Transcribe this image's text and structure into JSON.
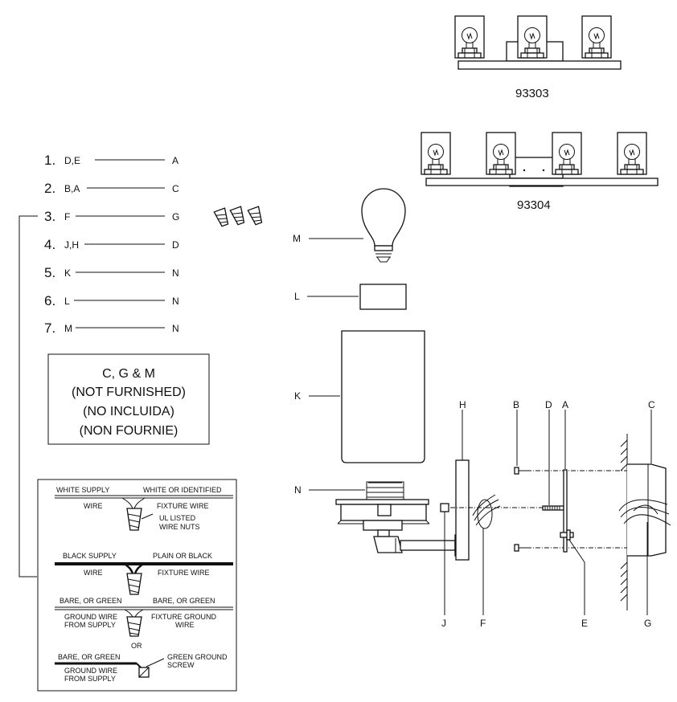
{
  "models": [
    {
      "id": "93303"
    },
    {
      "id": "93304"
    }
  ],
  "steps": [
    {
      "num": "1.",
      "left": "D,E",
      "right": "A"
    },
    {
      "num": "2.",
      "left": "B,A",
      "right": "C"
    },
    {
      "num": "3.",
      "left": "F",
      "right": "G"
    },
    {
      "num": "4.",
      "left": "J,H",
      "right": "D"
    },
    {
      "num": "5.",
      "left": "K",
      "right": "N"
    },
    {
      "num": "6.",
      "left": "L",
      "right": "N"
    },
    {
      "num": "7.",
      "left": "M",
      "right": "N"
    }
  ],
  "note": {
    "lines": [
      "C, G & M",
      "(NOT FURNISHED)",
      "(NO INCLUIDA)",
      "(NON FOURNIE)"
    ]
  },
  "wiring": {
    "white_supply_1": "WHITE SUPPLY",
    "white_supply_2": "WIRE",
    "white_fixture_1": "WHITE OR IDENTIFIED",
    "white_fixture_2": "FIXTURE WIRE",
    "wirenuts_1": "UL LISTED",
    "wirenuts_2": "WIRE NUTS",
    "black_supply_1": "BLACK SUPPLY",
    "black_supply_2": "WIRE",
    "black_fixture_1": "PLAIN OR BLACK",
    "black_fixture_2": "FIXTURE WIRE",
    "ground_supply_1": "BARE, OR GREEN",
    "ground_supply_2": "GROUND WIRE",
    "ground_supply_3": "FROM SUPPLY",
    "ground_fixture_1": "BARE, OR GREEN",
    "ground_fixture_2": "FIXTURE GROUND",
    "ground_fixture_3": "WIRE",
    "or": "OR",
    "ground2_supply_1": "BARE, OR GREEN",
    "ground2_supply_2": "GROUND WIRE",
    "ground2_supply_3": "FROM SUPPLY",
    "screw_1": "GREEN GROUND",
    "screw_2": "SCREW"
  },
  "parts": {
    "M": "M",
    "L": "L",
    "K": "K",
    "N": "N",
    "H": "H",
    "B": "B",
    "D": "D",
    "A": "A",
    "C": "C",
    "J": "J",
    "F": "F",
    "E": "E",
    "G": "G"
  }
}
